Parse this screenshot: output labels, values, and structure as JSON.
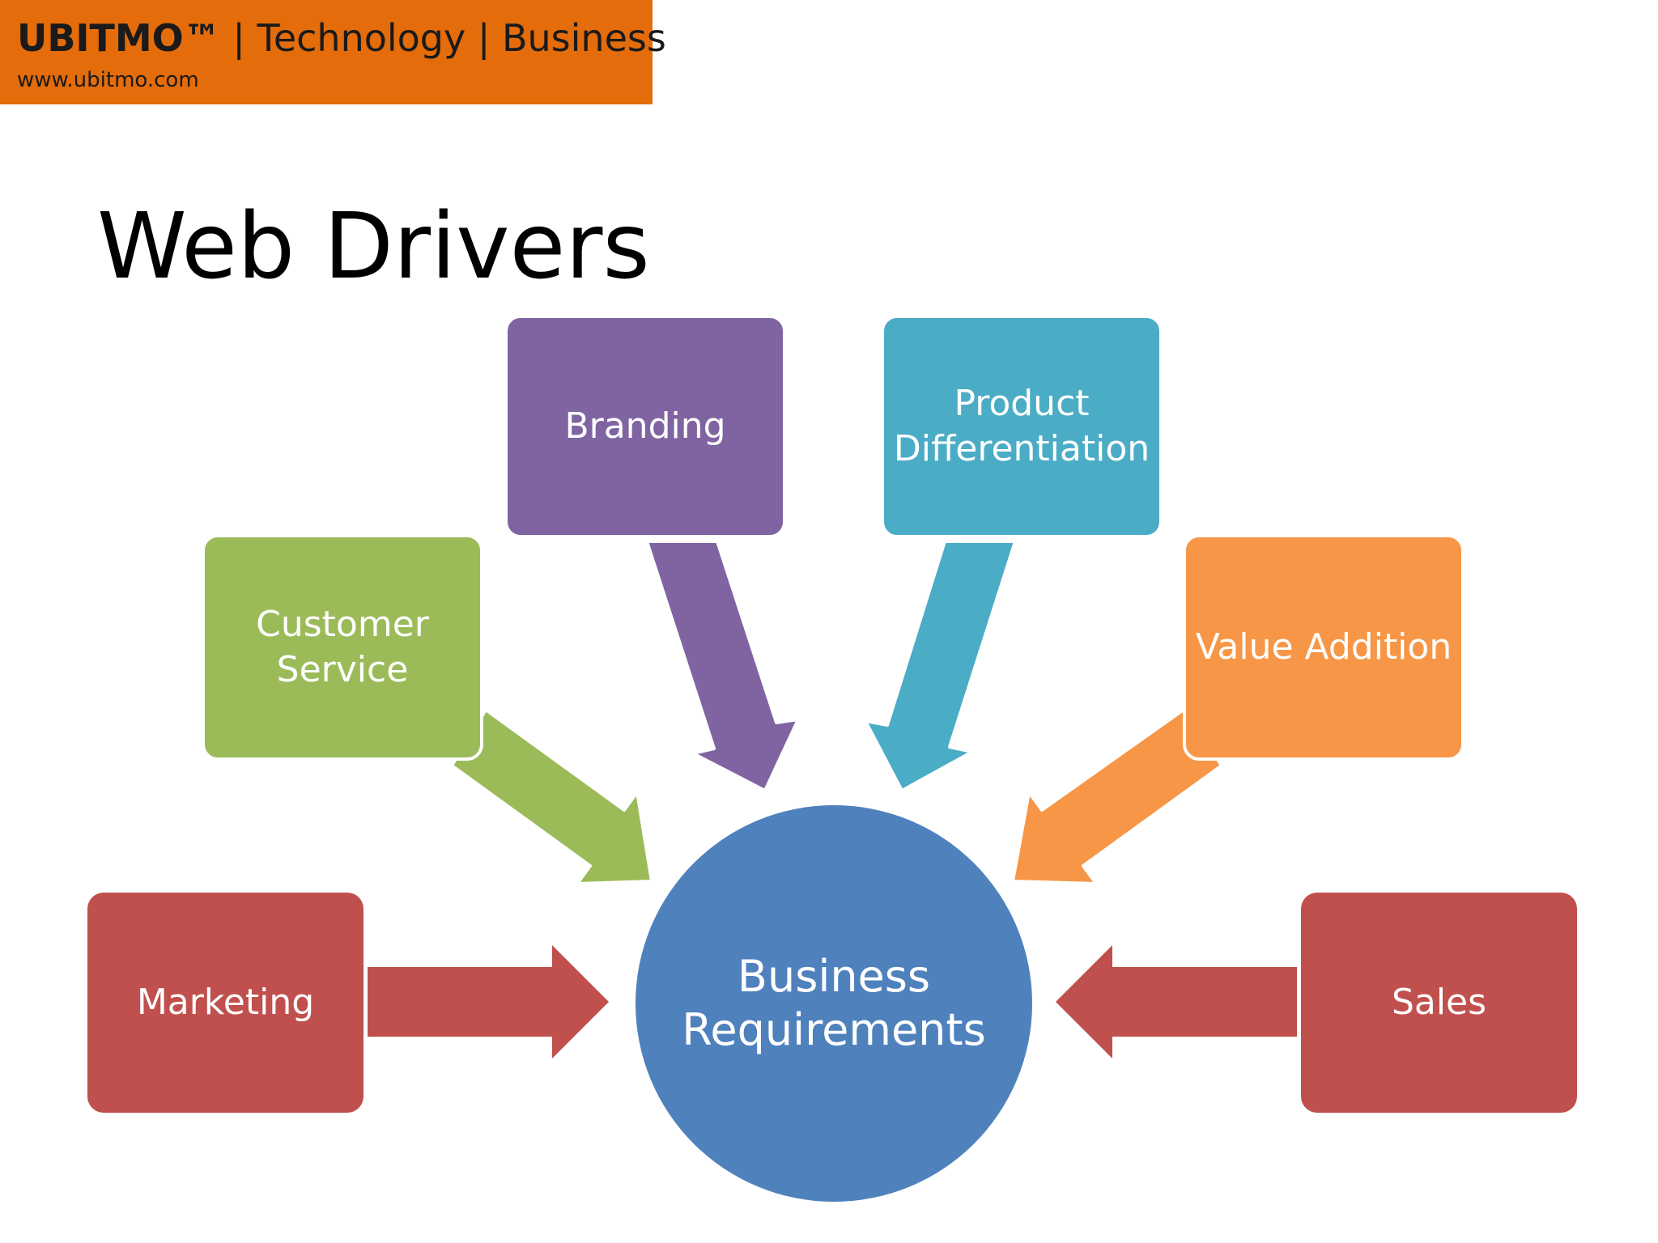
{
  "header": {
    "brand": "UBITMO™",
    "separator": "|",
    "tagline_1": "Technology",
    "tagline_2": "Business",
    "url": "www.ubitmo.com"
  },
  "slide": {
    "title": "Web Drivers"
  },
  "diagram": {
    "hub": {
      "label": "Business\nRequirements",
      "color": "#4f81bd"
    },
    "drivers": [
      {
        "id": "marketing",
        "label": "Marketing",
        "color": "#c0504d"
      },
      {
        "id": "customer-service",
        "label": "Customer\nService",
        "color": "#9bbb59"
      },
      {
        "id": "branding",
        "label": "Branding",
        "color": "#8064a2"
      },
      {
        "id": "product-differentiation",
        "label": "Product\nDifferentiation",
        "color": "#4bacc6"
      },
      {
        "id": "value-addition",
        "label": "Value Addition",
        "color": "#f79646"
      },
      {
        "id": "sales",
        "label": "Sales",
        "color": "#c0504d"
      }
    ]
  }
}
